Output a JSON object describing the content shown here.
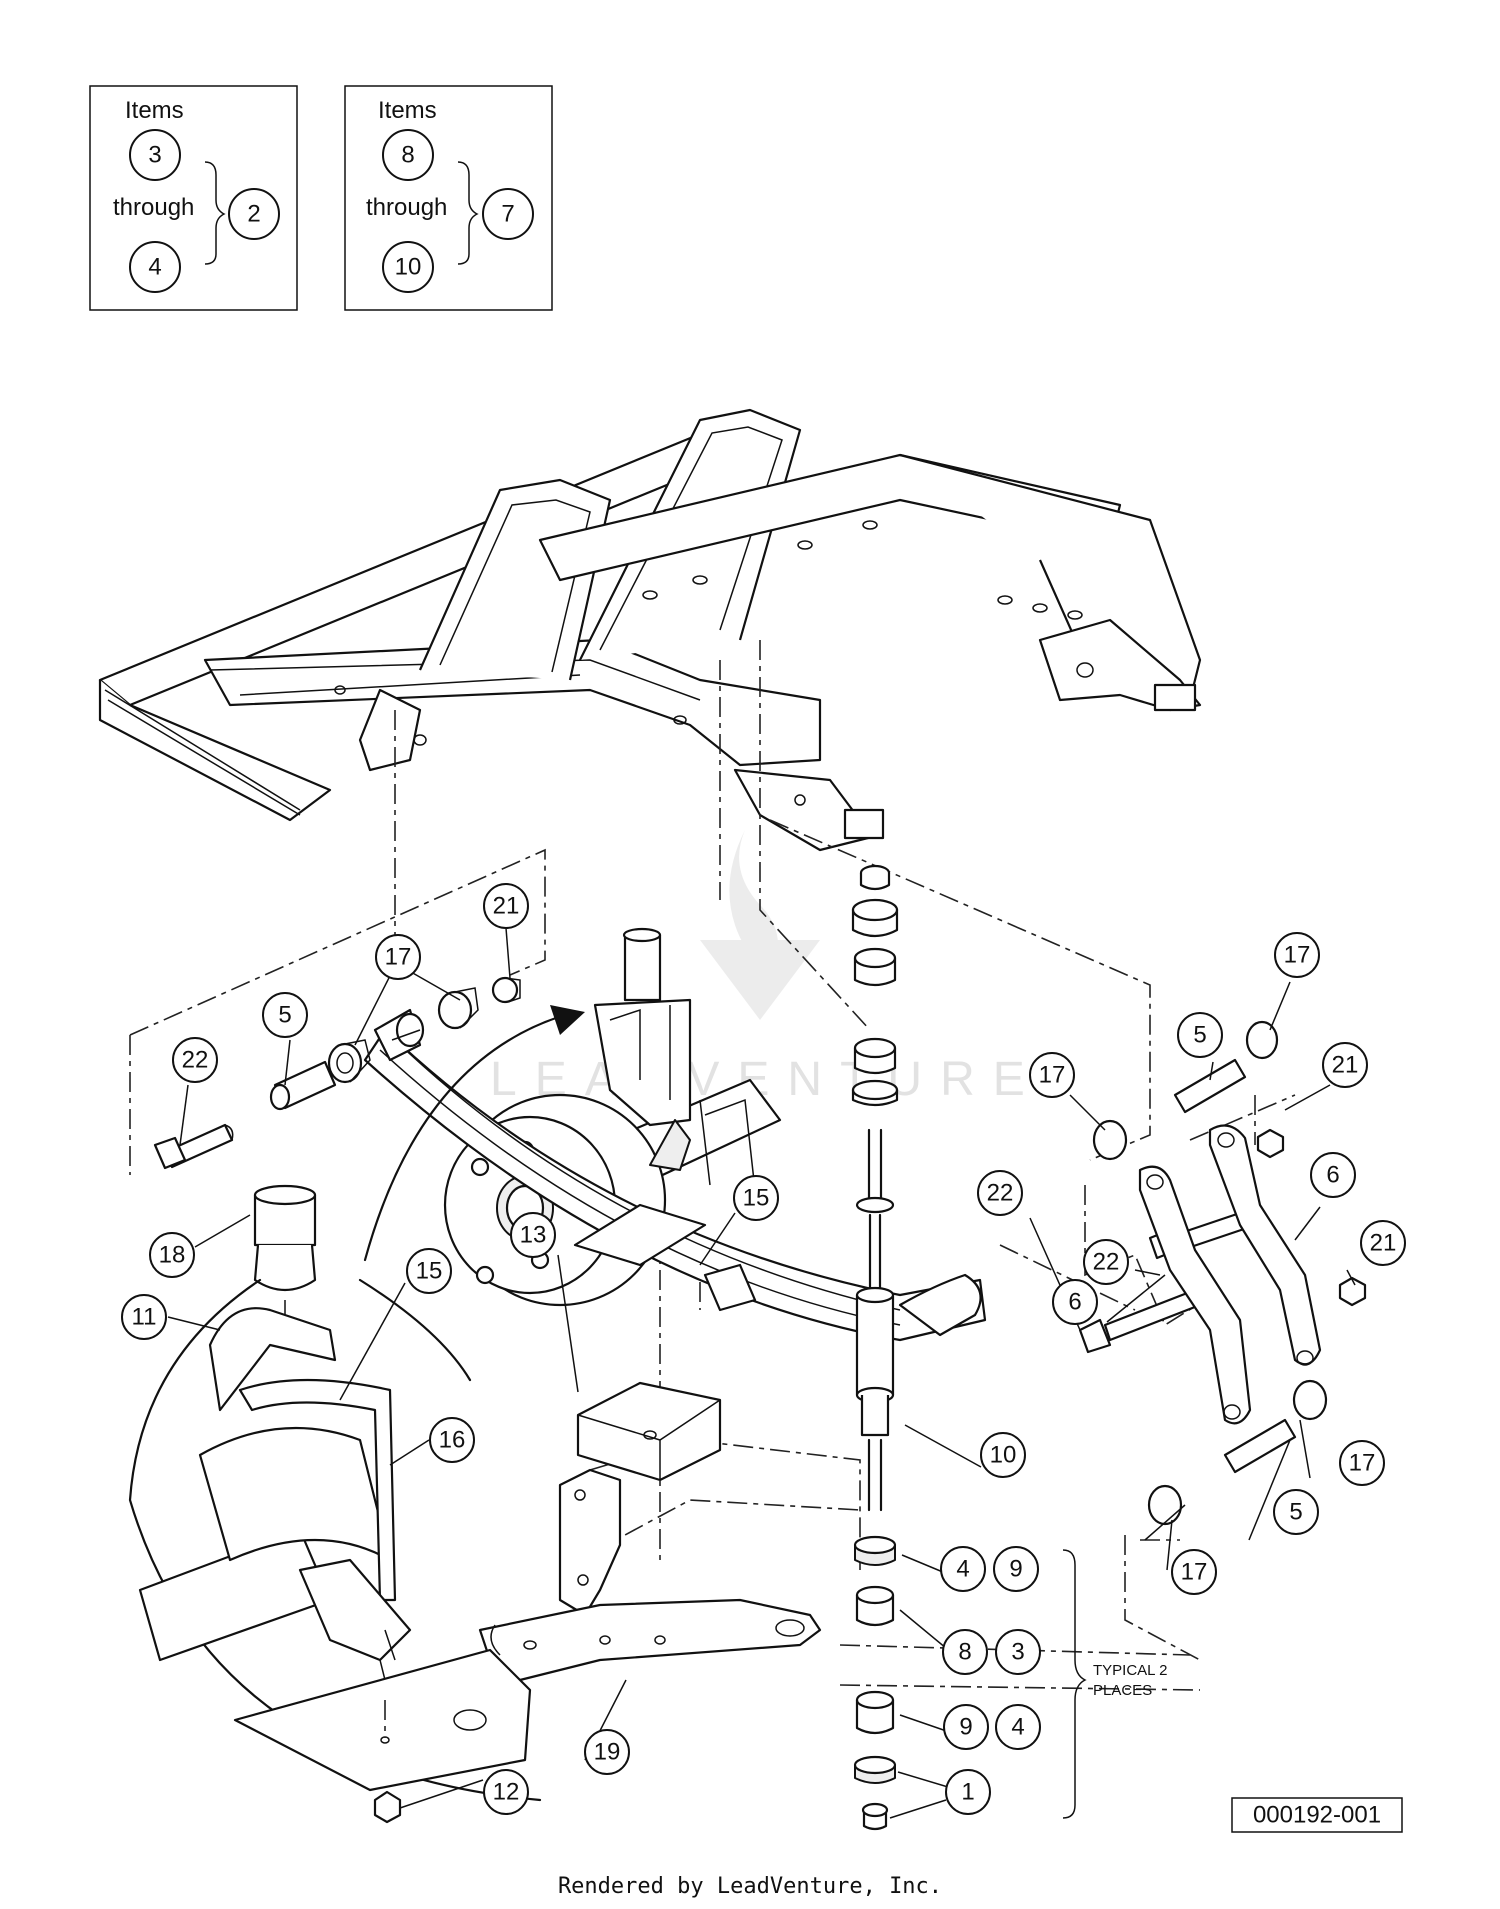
{
  "legend": [
    {
      "title": "Items",
      "from": "3",
      "through_word": "through",
      "to": "4",
      "parent": "2"
    },
    {
      "title": "Items",
      "from": "8",
      "through_word": "through",
      "to": "10",
      "parent": "7"
    }
  ],
  "callouts": [
    {
      "id": "c21a",
      "label": "21"
    },
    {
      "id": "c17a",
      "label": "17"
    },
    {
      "id": "c5a",
      "label": "5"
    },
    {
      "id": "c22a",
      "label": "22"
    },
    {
      "id": "c18",
      "label": "18"
    },
    {
      "id": "c11",
      "label": "11"
    },
    {
      "id": "c15a",
      "label": "15"
    },
    {
      "id": "c16",
      "label": "16"
    },
    {
      "id": "c15b",
      "label": "15"
    },
    {
      "id": "c13",
      "label": "13"
    },
    {
      "id": "c19",
      "label": "19"
    },
    {
      "id": "c12",
      "label": "12"
    },
    {
      "id": "c10",
      "label": "10"
    },
    {
      "id": "c4a",
      "label": "4"
    },
    {
      "id": "c9a",
      "label": "9"
    },
    {
      "id": "c8",
      "label": "8"
    },
    {
      "id": "c3",
      "label": "3"
    },
    {
      "id": "c9b",
      "label": "9"
    },
    {
      "id": "c4b",
      "label": "4"
    },
    {
      "id": "c1",
      "label": "1"
    },
    {
      "id": "c5b",
      "label": "5"
    },
    {
      "id": "c17b",
      "label": "17"
    },
    {
      "id": "c17c",
      "label": "17"
    },
    {
      "id": "c21b",
      "label": "21"
    },
    {
      "id": "c22b",
      "label": "22"
    },
    {
      "id": "c6a",
      "label": "6"
    },
    {
      "id": "c6b",
      "label": "6"
    },
    {
      "id": "c21c",
      "label": "21"
    },
    {
      "id": "c22c",
      "label": "22"
    },
    {
      "id": "c17d",
      "label": "17"
    },
    {
      "id": "c5c",
      "label": "5"
    },
    {
      "id": "c17e",
      "label": "17"
    }
  ],
  "note": {
    "line1": "TYPICAL 2",
    "line2": "PLACES"
  },
  "drawing_number": "000192-001",
  "watermark": "LEADVENTURE",
  "footer": "Rendered by LeadVenture, Inc."
}
